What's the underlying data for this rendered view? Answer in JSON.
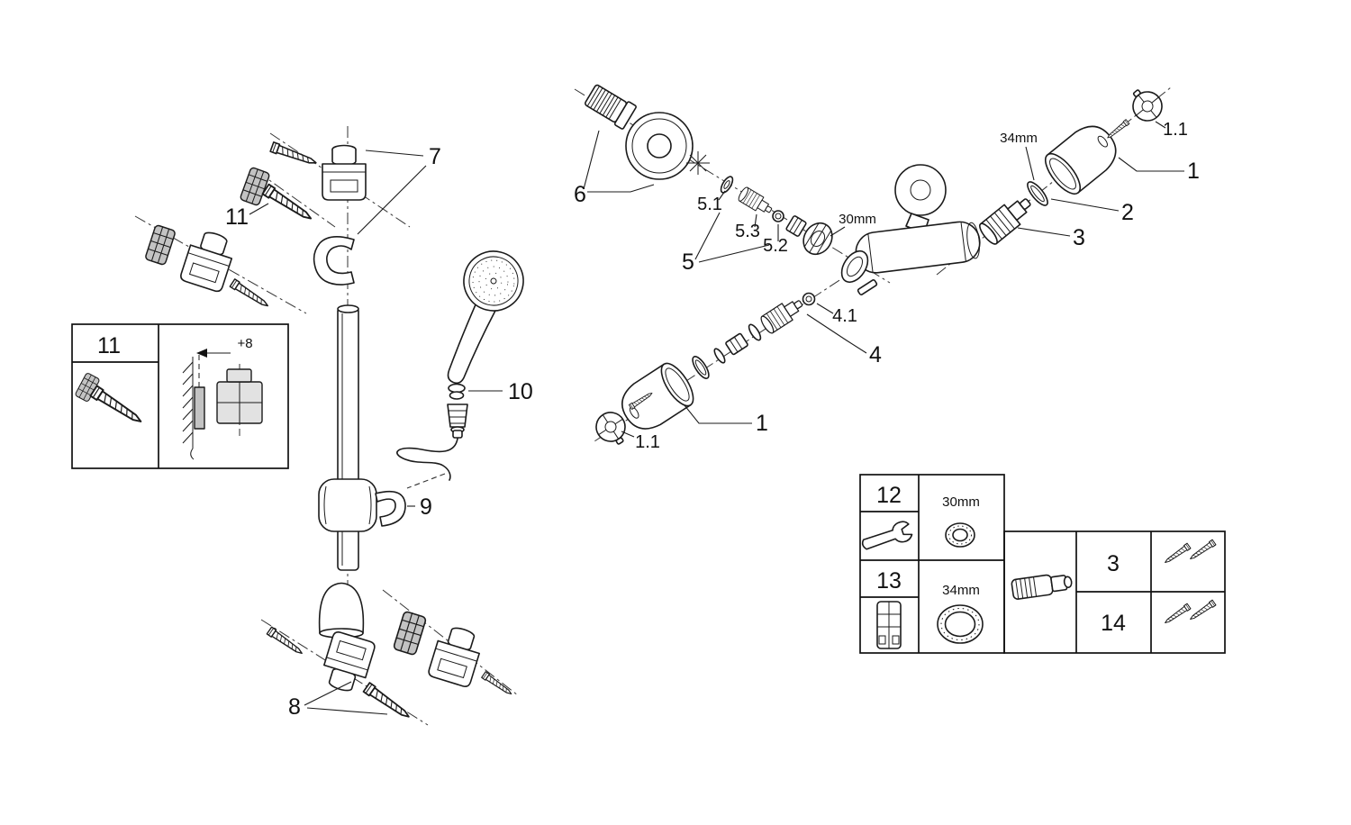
{
  "parts": {
    "p7": "7",
    "p11": "11",
    "p10": "10",
    "p9": "9",
    "p8": "8",
    "p6": "6",
    "p5": "5",
    "p5_1": "5.1",
    "p5_2": "5.2",
    "p5_3": "5.3",
    "p4": "4",
    "p4_1": "4.1",
    "p3": "3",
    "p2": "2",
    "p1_upper": "1",
    "p1_1_upper": "1.1",
    "p1_lower": "1",
    "p1_1_lower": "1.1"
  },
  "dimensions": {
    "body_nut": "30mm",
    "handle_ring": "34mm"
  },
  "inset": {
    "part": "11",
    "offset": "+8"
  },
  "table": {
    "r1_num": "12",
    "r1_dim": "30mm",
    "r2_num": "13",
    "r2_dim": "34mm",
    "screws_a": "3",
    "screws_b": "14"
  }
}
